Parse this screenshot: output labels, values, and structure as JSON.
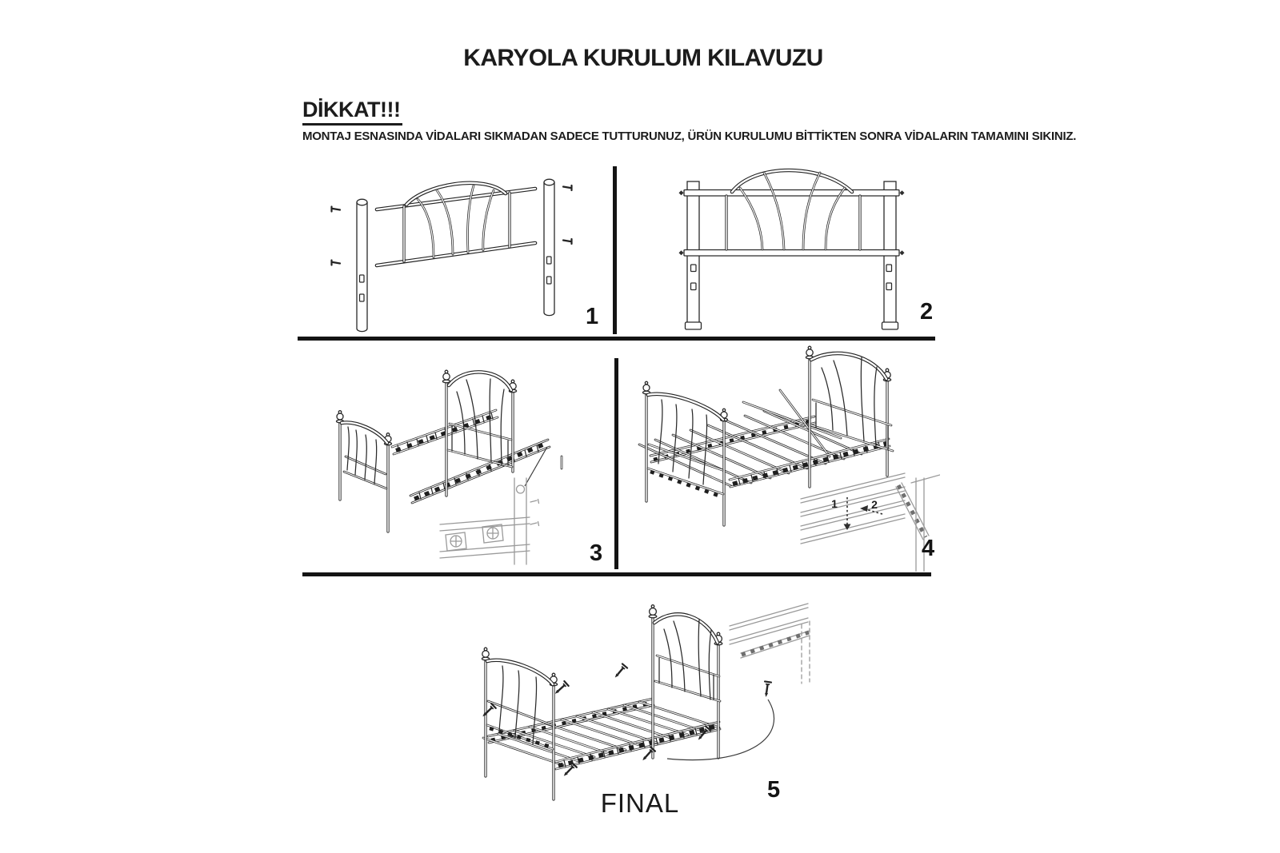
{
  "document": {
    "title": "KARYOLA KURULUM KILAVUZU",
    "warning_heading": "DİKKAT!!!",
    "warning_text": "MONTAJ ESNASINDA VİDALARI SIKMADAN SADECE TUTTURUNUZ, ÜRÜN KURULUMU BİTTİKTEN SONRA VİDALARIN TAMAMINI SIKINIZ.",
    "final_label": "FINAL"
  },
  "steps": [
    {
      "label": "1"
    },
    {
      "label": "2"
    },
    {
      "label": "3"
    },
    {
      "label": "4"
    },
    {
      "label": "5"
    }
  ],
  "step4_inset": {
    "order_label_1": "1",
    "order_label_2": "2"
  },
  "colors": {
    "ink": "#1c1c1c",
    "gray_ink": "#9a9a9a",
    "divider": "#141414",
    "background": "#ffffff"
  }
}
